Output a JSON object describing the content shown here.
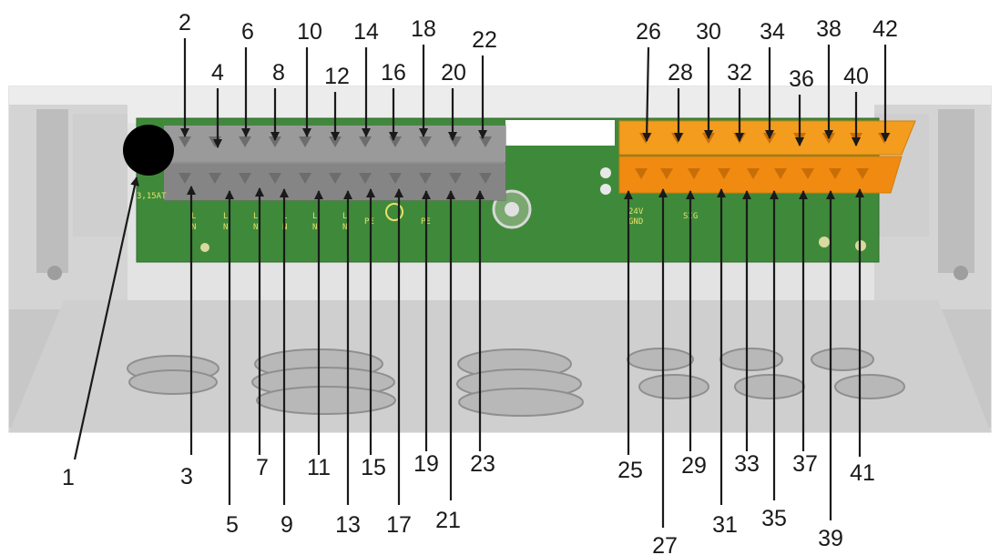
{
  "diagram": {
    "fuse_label": "3,15AT",
    "callouts": [
      "1",
      "2",
      "3",
      "4",
      "5",
      "6",
      "7",
      "8",
      "9",
      "10",
      "11",
      "12",
      "13",
      "14",
      "15",
      "16",
      "17",
      "18",
      "19",
      "20",
      "21",
      "22",
      "23",
      "25",
      "26",
      "27",
      "28",
      "29",
      "30",
      "31",
      "32",
      "33",
      "34",
      "35",
      "36",
      "37",
      "38",
      "39",
      "40",
      "41",
      "42"
    ]
  },
  "colors": {
    "pcb": "#3f8a3a",
    "terminal_grey": "#8e8e8e",
    "terminal_orange": "#f39c1e",
    "housing": "#d9d9d9",
    "fuse": "#000000"
  }
}
